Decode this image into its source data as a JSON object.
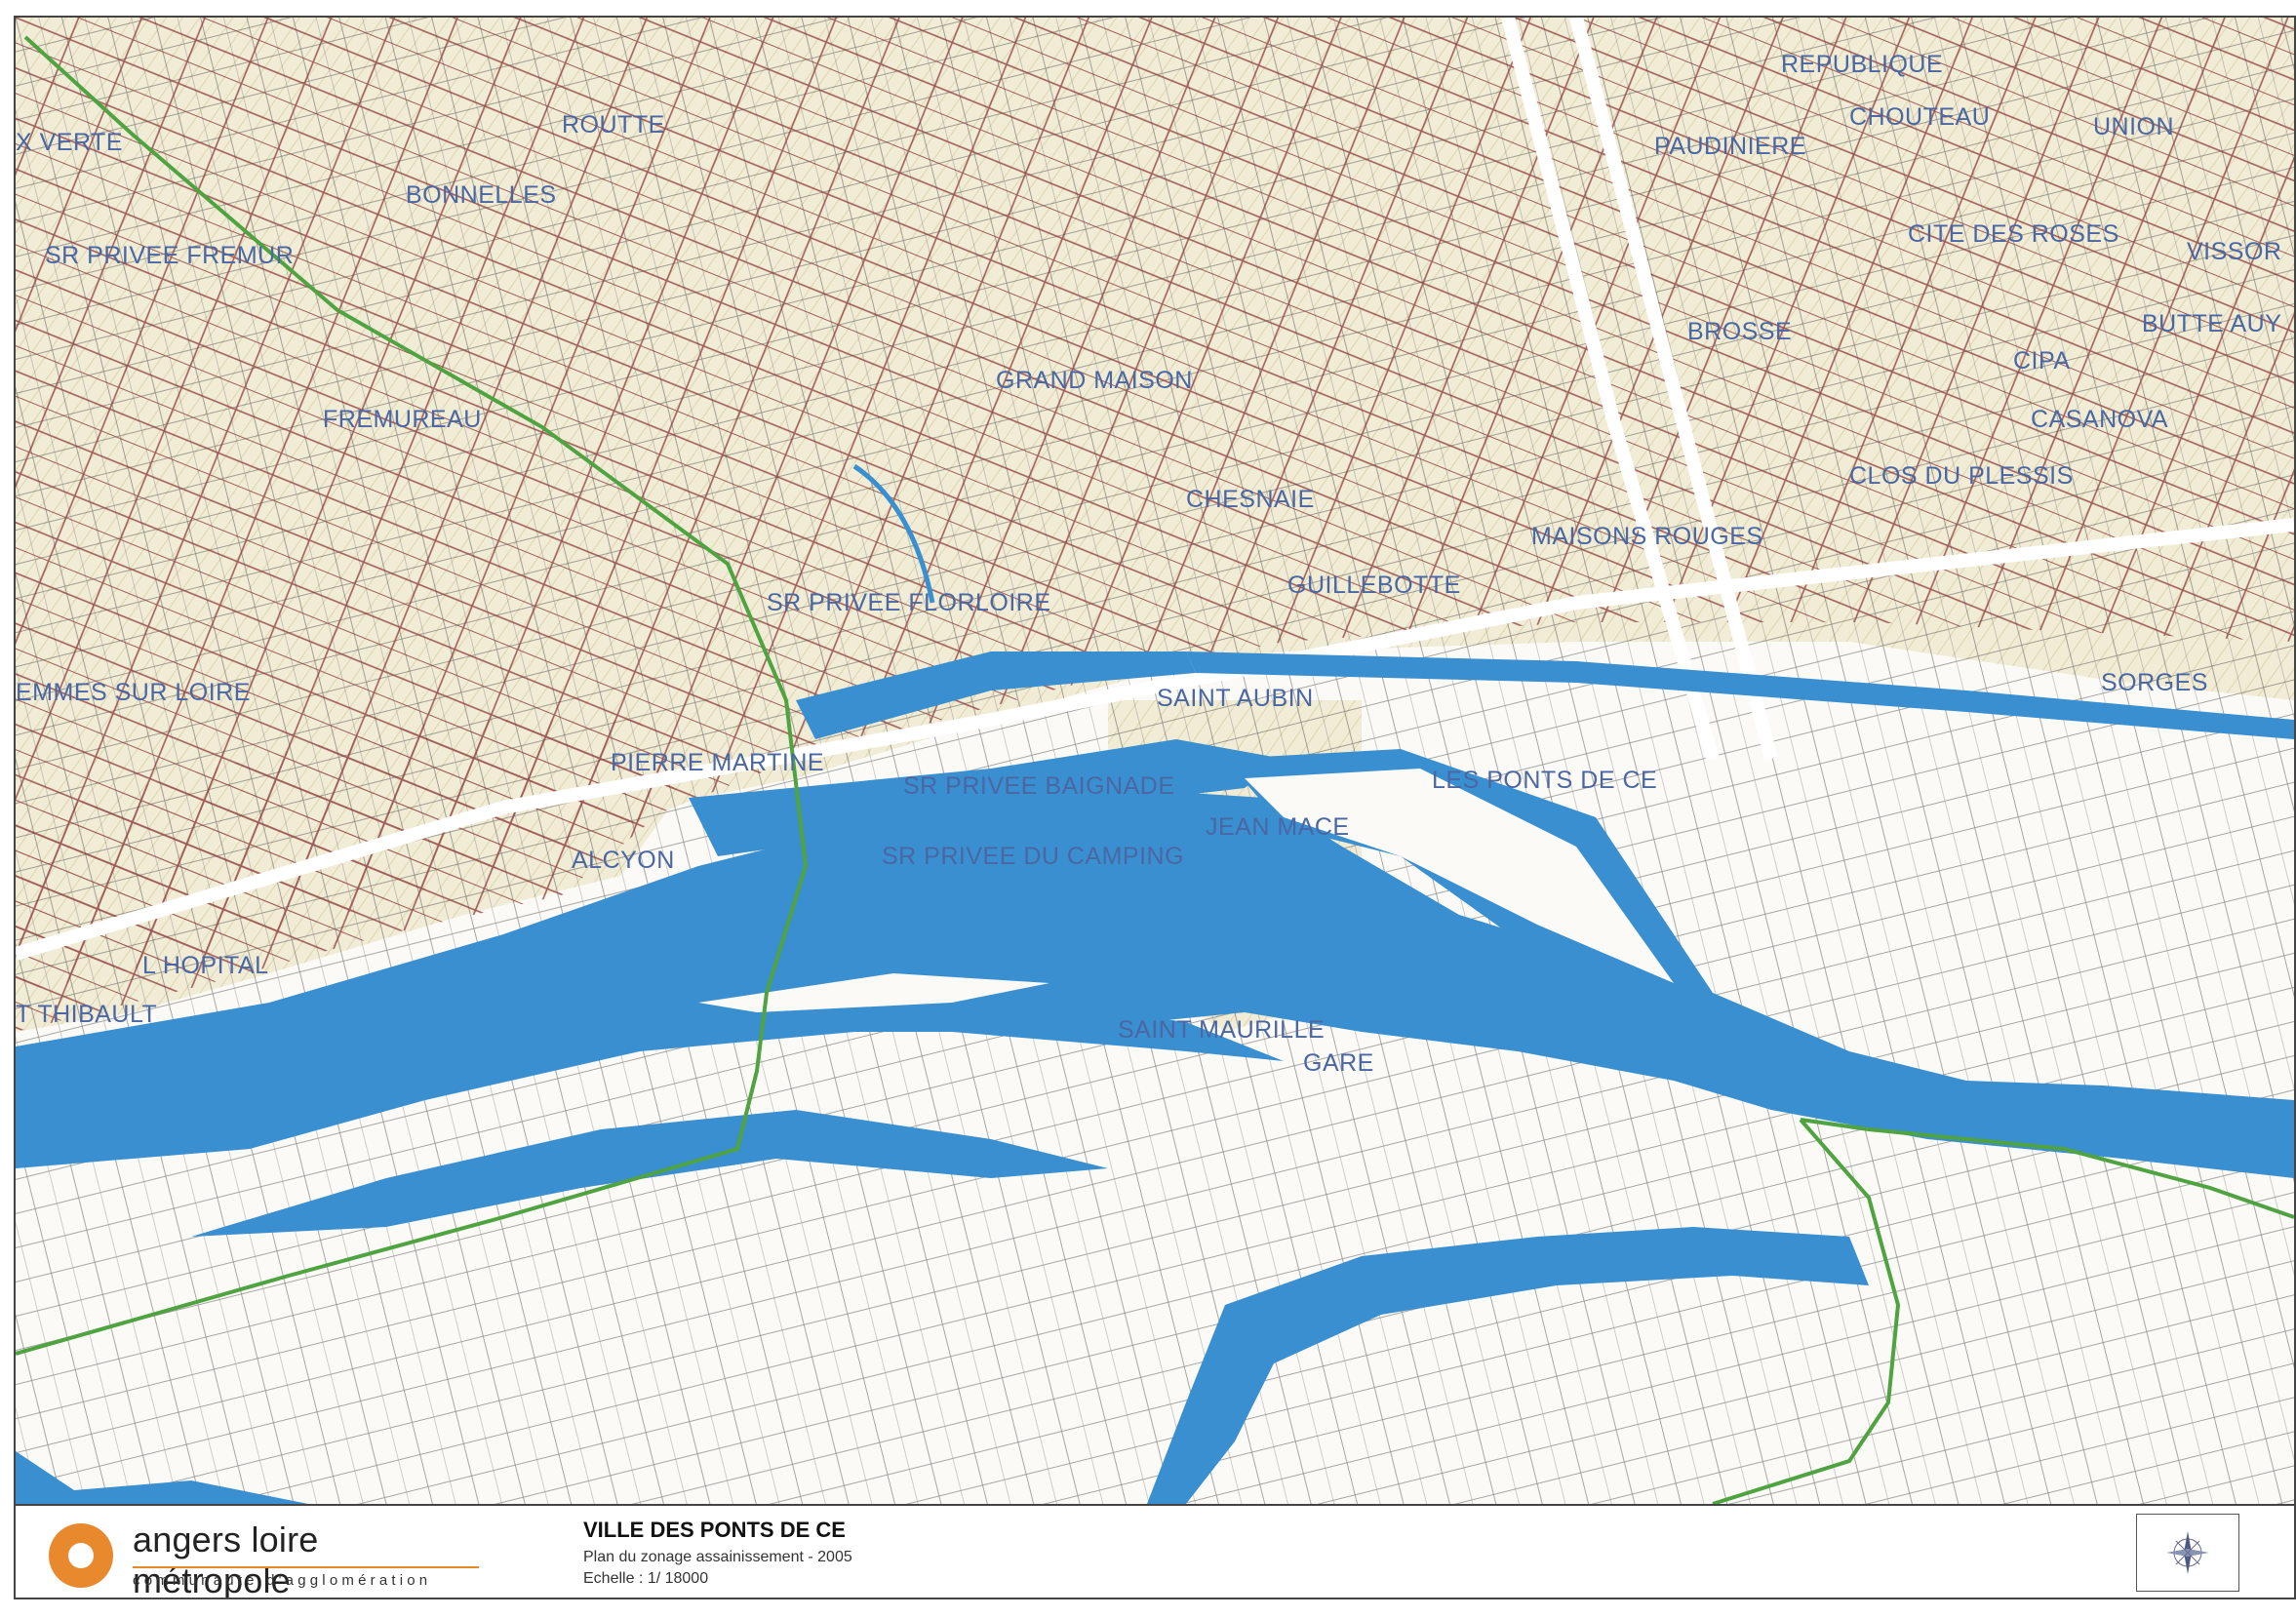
{
  "map": {
    "labels": [
      "REPUBLIQUE",
      "CHOUTEAU",
      "UNION",
      "PAUDINIERE",
      "CITE DES ROSES",
      "VISSOR",
      "BROSSE",
      "CIPA",
      "BUTTE AUY",
      "CASANOVA",
      "CLOS DU PLESSIS",
      "X VERTE",
      "ROUTTE",
      "BONNELLES",
      "SR PRIVEE FREMUR",
      "GRAND MAISON",
      "FREMUREAU",
      "CHESNAIE",
      "MAISONS ROUGES",
      "GUILLEBOTTE",
      "SR PRIVEE FLORLOIRE",
      "SORGES",
      "EMMES SUR LOIRE",
      "SAINT AUBIN",
      "LES PONTS DE CE",
      "PIERRE MARTINE",
      "SR PRIVEE BAIGNADE",
      "JEAN MACE",
      "SR PRIVEE DU CAMPING",
      "ALCYON",
      "L HOPITAL",
      "T THIBAULT",
      "SAINT MAURILLE",
      "GARE"
    ],
    "colors": {
      "water": "#3a8fd0",
      "commune_boundary": "#4fa341",
      "road": "#8b3a3a",
      "label": "#4a67a3"
    }
  },
  "footer": {
    "brand": "angers loire métropole",
    "brand_sub": "communauté d'agglomération",
    "title": "VILLE DES PONTS DE CE",
    "subtitle": "Plan du zonage assainissement - 2005",
    "scale": "Echelle : 1/ 18000",
    "compass_icon": "compass-rose-icon"
  }
}
